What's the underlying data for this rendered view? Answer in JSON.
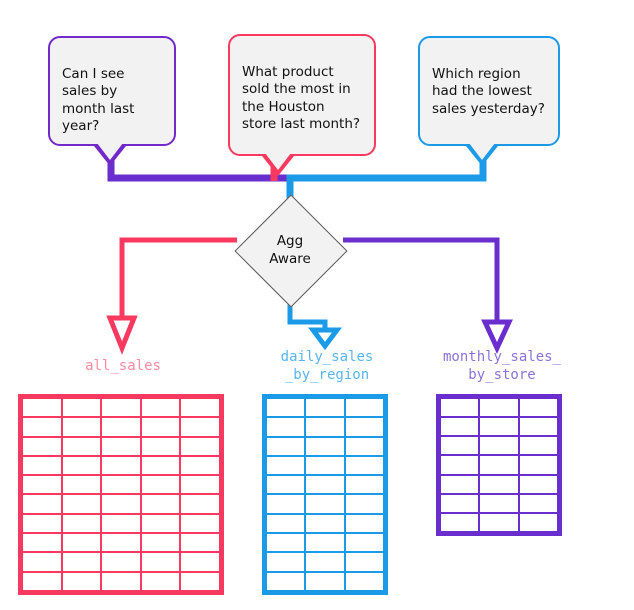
{
  "diagram": {
    "title": "Agg Aware query routing diagram",
    "background": "#ffffff"
  },
  "colors": {
    "purple": "#6a2ece",
    "purple_bubble": "#7229c9",
    "pink": "#f9395f",
    "blue": "#1b9ae8",
    "caption_pink": "#f98aa3",
    "caption_blue": "#57b6ef",
    "caption_purple": "#8b72d8",
    "bubble_fill": "#f2f2f2",
    "diamond_stroke": "#5a5a5a",
    "text": "#111111"
  },
  "questions": [
    {
      "id": "q-monthly",
      "text": "Can I see sales by month last year?",
      "color": "#7229c9",
      "route_color": "#6a2ece"
    },
    {
      "id": "q-houston",
      "text": "What product sold the most in the Houston store last month?",
      "color": "#f9395f",
      "route_color": "#f9395f"
    },
    {
      "id": "q-region",
      "text": "Which region had the lowest sales yesterday?",
      "color": "#1b9ae8",
      "route_color": "#1b9ae8"
    }
  ],
  "router": {
    "label": "Agg\nAware"
  },
  "tables": [
    {
      "id": "all-sales",
      "name": "all_sales",
      "color": "#f9395f",
      "caption_color": "#f98aa3",
      "columns": 5,
      "rows": 10
    },
    {
      "id": "daily-sales-by-region",
      "name": "daily_sales\n_by_region",
      "color": "#1b9ae8",
      "caption_color": "#57b6ef",
      "columns": 3,
      "rows": 10
    },
    {
      "id": "monthly-sales-by-store",
      "name": "monthly_sales_\nby_store",
      "color": "#6a2ece",
      "caption_color": "#8b72d8",
      "columns": 3,
      "rows": 7
    }
  ],
  "edges": [
    {
      "from": "q-monthly",
      "to": "router",
      "color": "#6a2ece"
    },
    {
      "from": "q-houston",
      "to": "router",
      "color": "#f9395f"
    },
    {
      "from": "q-region",
      "to": "router",
      "color": "#1b9ae8"
    },
    {
      "from": "router",
      "to": "all-sales",
      "color": "#f9395f",
      "arrow": "hollow"
    },
    {
      "from": "router",
      "to": "daily-sales-by-region",
      "color": "#1b9ae8",
      "arrow": "hollow"
    },
    {
      "from": "router",
      "to": "monthly-sales-by-store",
      "color": "#6a2ece",
      "arrow": "hollow"
    }
  ]
}
